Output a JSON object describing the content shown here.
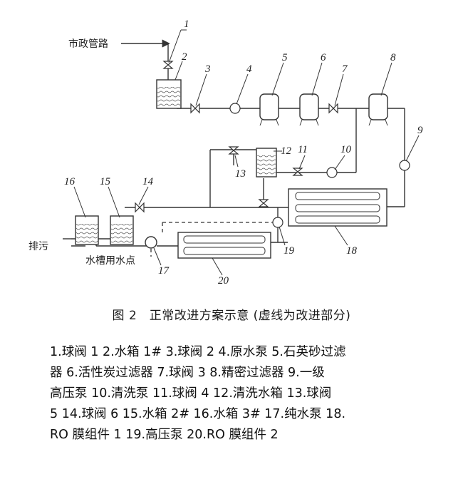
{
  "labels": {
    "municipal_pipe": "市政管路",
    "drain": "排污",
    "tank_water_point": "水槽用水点"
  },
  "component_numbers": [
    "1",
    "2",
    "3",
    "4",
    "5",
    "6",
    "7",
    "8",
    "9",
    "10",
    "11",
    "12",
    "13",
    "14",
    "15",
    "16",
    "17",
    "18",
    "19",
    "20"
  ],
  "caption": "图 2　正常改进方案示意 (虚线为改进部分)",
  "legend_lines": [
    "1.球阀 1  2.水箱 1#  3.球阀 2  4.原水泵  5.石英砂过滤",
    "器  6.活性炭过滤器  7.球阀 3  8.精密过滤器  9.一级",
    "高压泵  10.清洗泵  11.球阀 4  12.清洗水箱  13.球阀",
    "5  14.球阀 6  15.水箱 2#  16.水箱 3#  17.纯水泵  18.",
    "RO 膜组件 1  19.高压泵  20.RO 膜组件 2"
  ]
}
